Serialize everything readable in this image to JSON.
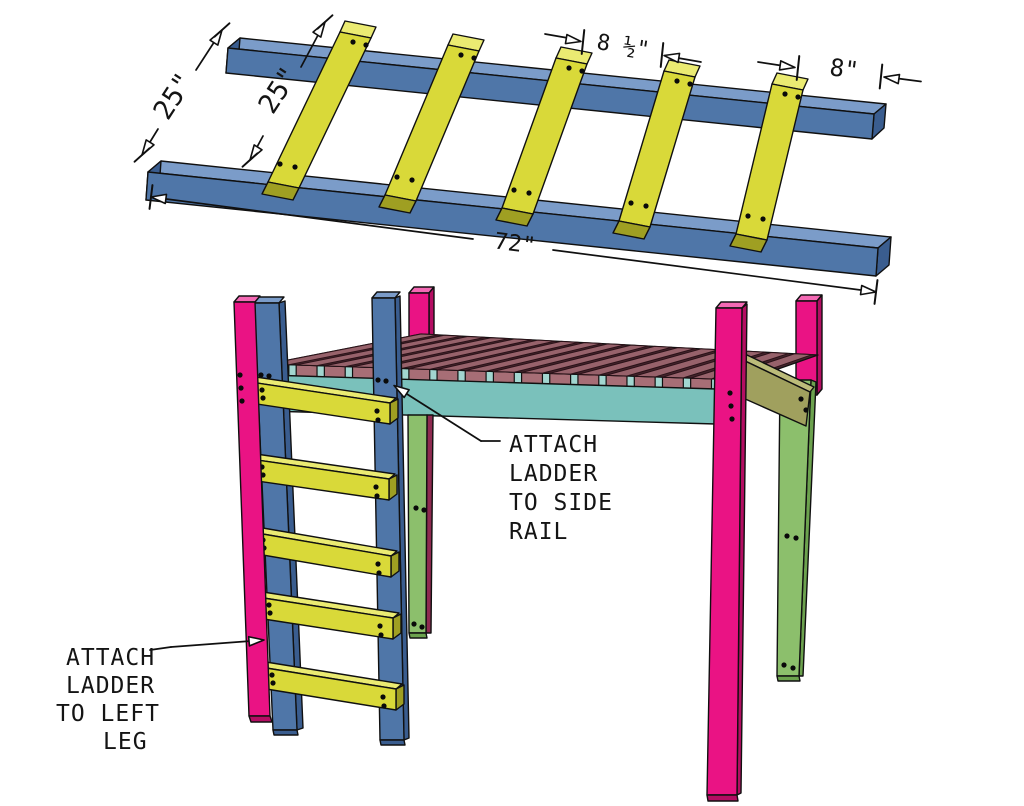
{
  "dimensions": {
    "ladder_width": "25\"",
    "rung_length": "25\"",
    "rung_spacing": "8 ½\"",
    "end_offset": "8\"",
    "rail_length": "72\""
  },
  "annotations": {
    "side_rail": {
      "lines": [
        "ATTACH",
        "LADDER",
        "TO SIDE",
        "RAIL"
      ]
    },
    "left_leg": {
      "lines": [
        "ATTACH",
        "LADDER",
        "TO LEFT",
        "LEG"
      ]
    }
  },
  "structure": {
    "top_ladder_rung_count": 5,
    "bottom_ladder_rung_count": 5,
    "deck_slat_count": 17
  },
  "colors": {
    "outline": "#101010",
    "rail_blue_front": "#4f76a8",
    "rail_blue_top": "#7b9cc9",
    "rail_blue_dark": "#3a5d8f",
    "rung_yellow_front": "#d9d939",
    "rung_yellow_top": "#ebeb72",
    "rung_yellow_dark": "#9f9f22",
    "leg_pink_front": "#ea1384",
    "leg_pink_top": "#f469b4",
    "leg_pink_dark": "#b40d62",
    "side_rail_teal_front": "#7ac1bb",
    "side_rail_teal_top": "#a2d6d0",
    "end_rail_olive_front": "#a0a05e",
    "end_rail_olive_top": "#bcbc7a",
    "leg_green_front": "#8cbf6c",
    "leg_green_dark": "#6ca24e",
    "slat_maroon_top": "#97626b",
    "slat_maroon_cap": "#a76e76",
    "deck_gap_dark": "#43232b",
    "maroon_strip": "#8e2a50",
    "screw_dot": "#0a0a0a"
  }
}
